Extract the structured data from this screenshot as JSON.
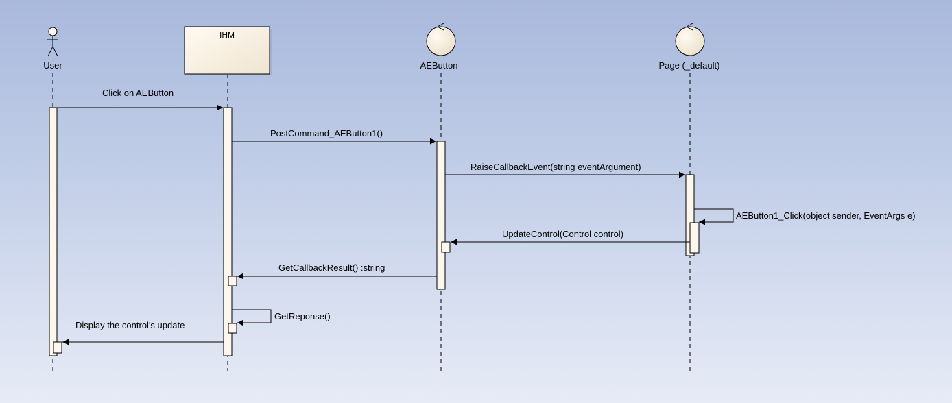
{
  "diagram": {
    "lifelines": [
      {
        "id": "user",
        "kind": "actor",
        "label": "User"
      },
      {
        "id": "ihm",
        "kind": "object",
        "label": "IHM"
      },
      {
        "id": "aebutton",
        "kind": "control",
        "label": "AEButton"
      },
      {
        "id": "page",
        "kind": "control",
        "label": "Page (_default)"
      }
    ],
    "messages": [
      {
        "from": "user",
        "to": "ihm",
        "label": "Click on AEButton"
      },
      {
        "from": "ihm",
        "to": "aebutton",
        "label": "PostCommand_AEButton1()"
      },
      {
        "from": "aebutton",
        "to": "page",
        "label": "RaiseCallbackEvent(string eventArgument)"
      },
      {
        "from": "page",
        "to": "page",
        "label": "AEButton1_Click(object sender, EventArgs e)"
      },
      {
        "from": "page",
        "to": "aebutton",
        "label": "UpdateControl(Control control)"
      },
      {
        "from": "aebutton",
        "to": "ihm",
        "label": "GetCallbackResult() :string"
      },
      {
        "from": "ihm",
        "to": "ihm",
        "label": "GetReponse()"
      },
      {
        "from": "ihm",
        "to": "user",
        "label": "Display the control's update"
      }
    ],
    "colors": {
      "box_fill": "#fdf6ec",
      "line": "#000000",
      "background_top": "#a9b9dc",
      "background_bottom": "#e7ebf6"
    }
  }
}
